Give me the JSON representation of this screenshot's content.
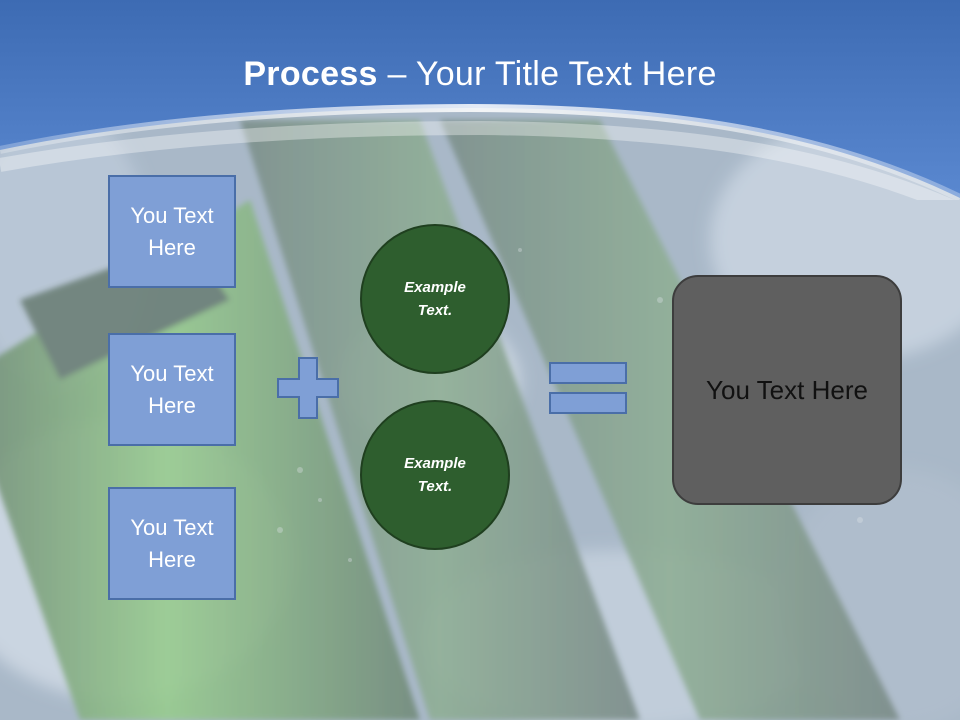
{
  "slide": {
    "title_bold": "Process",
    "title_separator": " – ",
    "title_rest": "Your Title Text Here",
    "boxes": [
      {
        "label": "You Text Here"
      },
      {
        "label": "You Text Here"
      },
      {
        "label": "You Text Here"
      }
    ],
    "circles": [
      {
        "label": "Example Text."
      },
      {
        "label": "Example Text."
      }
    ],
    "result_label": "You Text Here",
    "operator_icons": [
      "plus-icon",
      "equals-icon"
    ],
    "colors": {
      "header_blue": "#4a78c2",
      "box_fill": "#7f9fd6",
      "box_border": "#4a6ea8",
      "circle_fill": "#2e5e2e",
      "result_fill": "#5f5f5f"
    }
  }
}
